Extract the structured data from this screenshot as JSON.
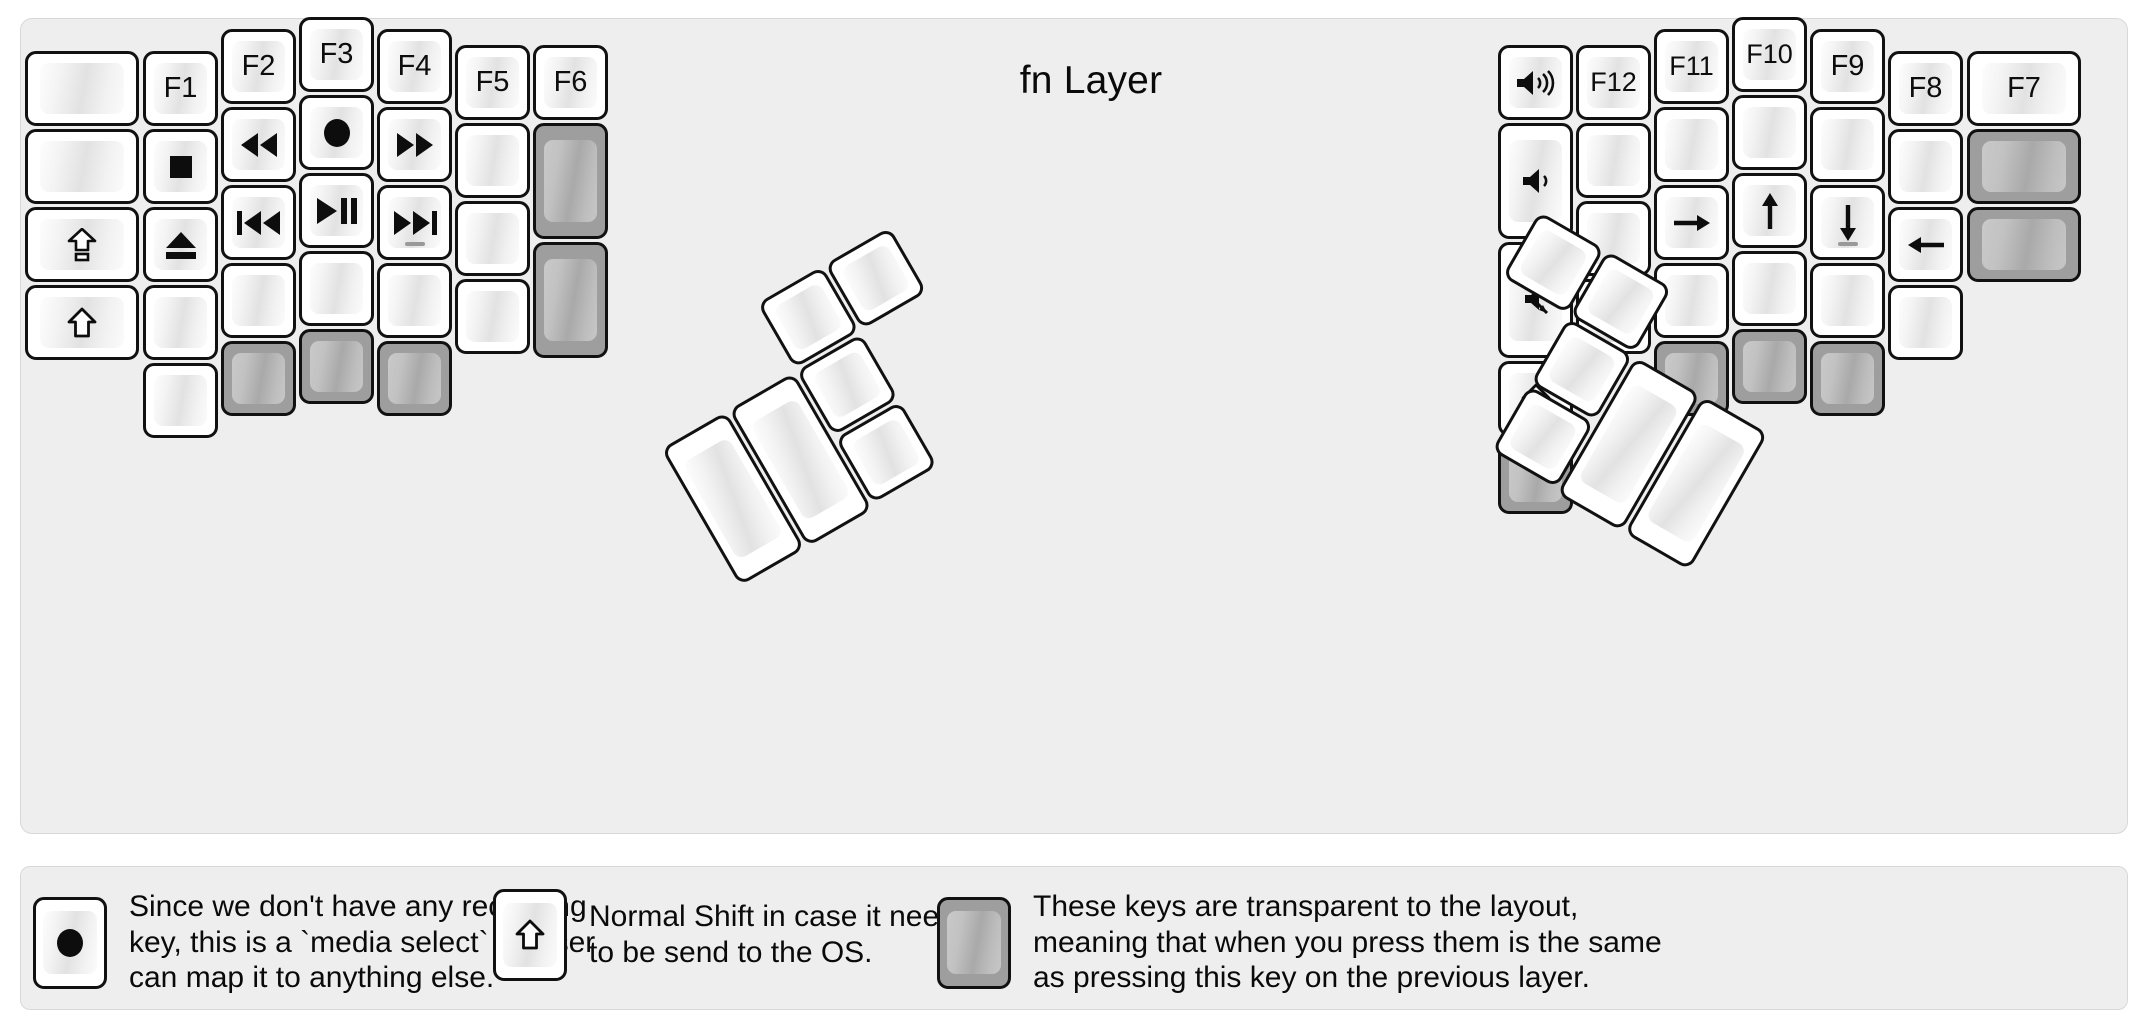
{
  "title": "fn Layer",
  "colors": {
    "background": "#eeeeee",
    "keycap": "#ffffff",
    "keycap_border": "#111111",
    "transparent_key": "#9e9e9e",
    "text": "#0d0d0d"
  },
  "legend": [
    {
      "key_icon": "record-circle-icon",
      "key_state": "normal",
      "text": "Since we don't have any recording\nkey, this is a `media select` so user\ncan map it to anything else."
    },
    {
      "key_icon": "shift-arrow-icon",
      "key_state": "normal",
      "text": "Normal Shift in case it needs\nto be send to the OS."
    },
    {
      "key_icon": "",
      "key_state": "transparent",
      "text": "These keys are transparent to the layout,\nmeaning that when you press them is the same\nas pressing this key on the previous layer."
    }
  ],
  "left_half": {
    "columns": [
      {
        "name": "col-outer",
        "keys": [
          {
            "label": "",
            "icon": "",
            "state": "normal"
          },
          {
            "label": "",
            "icon": "",
            "state": "normal"
          },
          {
            "label": "",
            "icon": "caps-lock-icon",
            "state": "normal"
          },
          {
            "label": "",
            "icon": "shift-arrow-icon",
            "state": "normal"
          }
        ]
      },
      {
        "name": "col-pinky",
        "keys": [
          {
            "label": "F1",
            "icon": "",
            "state": "normal"
          },
          {
            "label": "",
            "icon": "media-stop-icon",
            "state": "normal"
          },
          {
            "label": "",
            "icon": "media-eject-icon",
            "state": "normal"
          },
          {
            "label": "",
            "icon": "",
            "state": "normal"
          },
          {
            "label": "",
            "icon": "",
            "state": "normal"
          }
        ]
      },
      {
        "name": "col-ring",
        "keys": [
          {
            "label": "F2",
            "icon": "",
            "state": "normal"
          },
          {
            "label": "",
            "icon": "media-rewind-icon",
            "state": "normal"
          },
          {
            "label": "",
            "icon": "media-prev-track-icon",
            "state": "normal"
          },
          {
            "label": "",
            "icon": "",
            "state": "normal"
          },
          {
            "label": "",
            "icon": "",
            "state": "transparent"
          }
        ]
      },
      {
        "name": "col-middle",
        "keys": [
          {
            "label": "F3",
            "icon": "",
            "state": "normal"
          },
          {
            "label": "",
            "icon": "record-circle-icon",
            "state": "normal"
          },
          {
            "label": "",
            "icon": "media-play-pause-icon",
            "state": "normal"
          },
          {
            "label": "",
            "icon": "",
            "state": "normal"
          },
          {
            "label": "",
            "icon": "",
            "state": "transparent"
          }
        ]
      },
      {
        "name": "col-index",
        "keys": [
          {
            "label": "F4",
            "icon": "",
            "state": "normal"
          },
          {
            "label": "",
            "icon": "media-fast-forward-icon",
            "state": "normal"
          },
          {
            "label": "",
            "icon": "media-next-track-icon",
            "state": "normal",
            "home_bar": true
          },
          {
            "label": "",
            "icon": "",
            "state": "normal"
          },
          {
            "label": "",
            "icon": "",
            "state": "transparent"
          }
        ]
      },
      {
        "name": "col-inner",
        "keys": [
          {
            "label": "F5",
            "icon": "",
            "state": "normal"
          },
          {
            "label": "",
            "icon": "",
            "state": "normal"
          },
          {
            "label": "",
            "icon": "",
            "state": "normal"
          },
          {
            "label": "",
            "icon": "",
            "state": "normal"
          }
        ]
      },
      {
        "name": "col-extra",
        "keys": [
          {
            "label": "F6",
            "icon": "",
            "state": "normal"
          },
          {
            "label": "",
            "icon": "",
            "state": "transparent"
          },
          {
            "label": "",
            "icon": "",
            "state": "transparent"
          }
        ]
      }
    ],
    "thumb_cluster_keys": 6
  },
  "right_half": {
    "columns": [
      {
        "name": "col-extra",
        "keys": [
          {
            "label": "F7",
            "icon": "",
            "state": "normal"
          },
          {
            "label": "",
            "icon": "",
            "state": "transparent"
          },
          {
            "label": "",
            "icon": "",
            "state": "transparent"
          }
        ]
      },
      {
        "name": "col-inner",
        "keys": [
          {
            "label": "F8",
            "icon": "",
            "state": "normal"
          },
          {
            "label": "",
            "icon": "",
            "state": "normal"
          },
          {
            "label": "",
            "icon": "arrow-left-icon",
            "state": "normal"
          },
          {
            "label": "",
            "icon": "",
            "state": "normal"
          }
        ]
      },
      {
        "name": "col-index",
        "keys": [
          {
            "label": "F9",
            "icon": "",
            "state": "normal"
          },
          {
            "label": "",
            "icon": "",
            "state": "normal"
          },
          {
            "label": "",
            "icon": "arrow-down-icon",
            "state": "normal",
            "home_bar": true
          },
          {
            "label": "",
            "icon": "",
            "state": "normal"
          },
          {
            "label": "",
            "icon": "",
            "state": "transparent"
          }
        ]
      },
      {
        "name": "col-middle",
        "keys": [
          {
            "label": "F10",
            "icon": "",
            "state": "normal"
          },
          {
            "label": "",
            "icon": "",
            "state": "normal"
          },
          {
            "label": "",
            "icon": "arrow-up-icon",
            "state": "normal"
          },
          {
            "label": "",
            "icon": "",
            "state": "normal"
          },
          {
            "label": "",
            "icon": "",
            "state": "transparent"
          }
        ]
      },
      {
        "name": "col-ring",
        "keys": [
          {
            "label": "F11",
            "icon": "",
            "state": "normal"
          },
          {
            "label": "",
            "icon": "",
            "state": "normal"
          },
          {
            "label": "",
            "icon": "arrow-right-icon",
            "state": "normal"
          },
          {
            "label": "",
            "icon": "",
            "state": "normal"
          },
          {
            "label": "",
            "icon": "",
            "state": "transparent"
          }
        ]
      },
      {
        "name": "col-pinky",
        "keys": [
          {
            "label": "F12",
            "icon": "",
            "state": "normal"
          },
          {
            "label": "",
            "icon": "",
            "state": "normal"
          },
          {
            "label": "",
            "icon": "",
            "state": "normal"
          },
          {
            "label": "",
            "icon": "",
            "state": "normal"
          }
        ]
      },
      {
        "name": "col-outer",
        "keys": [
          {
            "label": "",
            "icon": "volume-up-icon",
            "state": "normal"
          },
          {
            "label": "",
            "icon": "volume-down-icon",
            "state": "normal"
          },
          {
            "label": "",
            "icon": "volume-mute-icon",
            "state": "normal"
          },
          {
            "label": "",
            "icon": "shift-arrow-icon",
            "state": "normal"
          },
          {
            "label": "",
            "icon": "",
            "state": "transparent"
          }
        ]
      }
    ],
    "thumb_cluster_keys": 6
  }
}
